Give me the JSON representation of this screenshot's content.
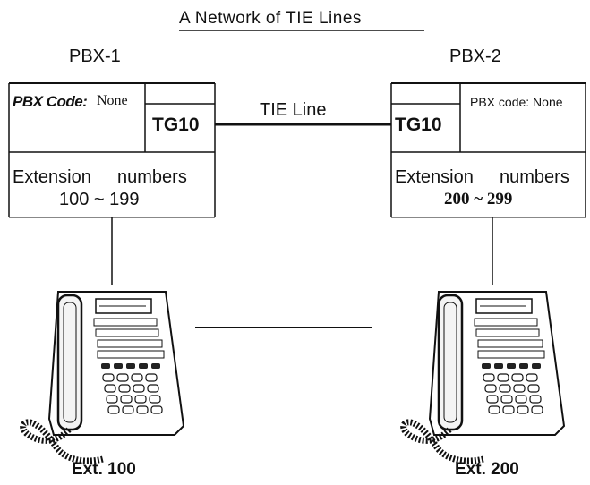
{
  "title": "A Network of TIE Lines",
  "pbx1": {
    "name": "PBX-1",
    "code_label": "PBX Code:",
    "code_value": "None",
    "trunk_group": "TG10",
    "ext_label_1": "Extension",
    "ext_label_2": "numbers",
    "ext_range": "100 ~ 199",
    "phone_label": "Ext. 100"
  },
  "pbx2": {
    "name": "PBX-2",
    "code_text": "PBX code: None",
    "trunk_group": "TG10",
    "ext_label_1": "Extension",
    "ext_label_2": "numbers",
    "ext_range": "200 ~ 299",
    "phone_label": "Ext. 200"
  },
  "tie_line_label": "TIE Line",
  "icons": [
    "desk-telephone-icon",
    "desk-telephone-icon"
  ]
}
